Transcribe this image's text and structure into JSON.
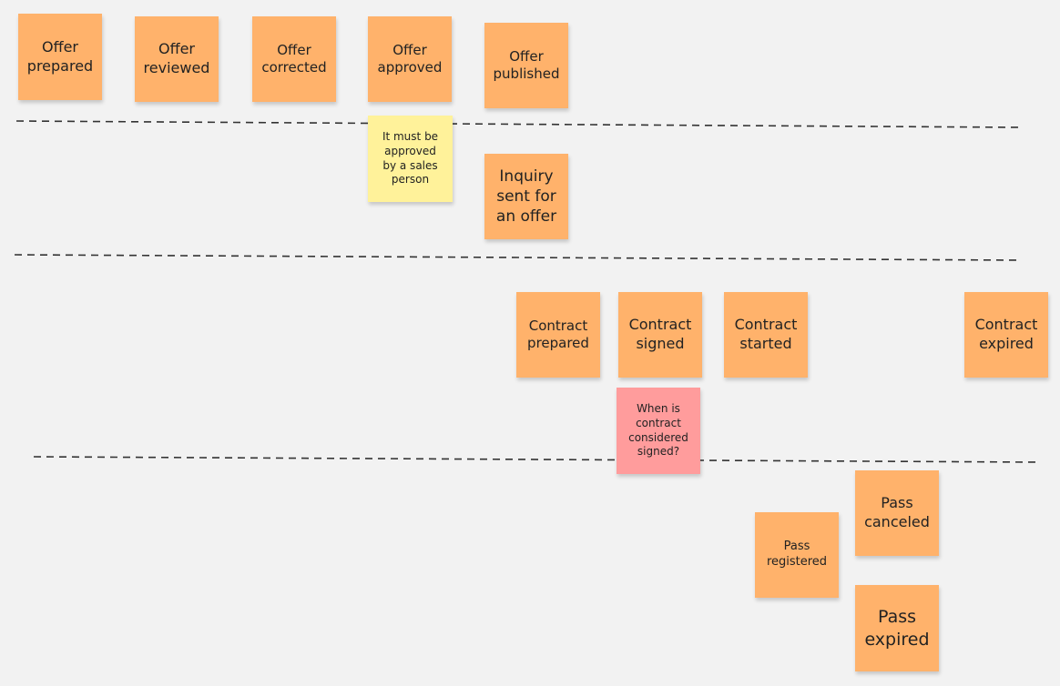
{
  "colors": {
    "background": "#f2f2f2",
    "event_note": "#ffb26b",
    "comment_note": "#fff29a",
    "question_note": "#ff9c9c",
    "lane_divider": "#333333"
  },
  "board": {
    "lanes": [
      {
        "notes": [
          {
            "kind": "event",
            "text": "Offer\nprepared"
          },
          {
            "kind": "event",
            "text": "Offer\nreviewed"
          },
          {
            "kind": "event",
            "text": "Offer\ncorrected"
          },
          {
            "kind": "event",
            "text": "Offer\napproved"
          },
          {
            "kind": "event",
            "text": "Offer\npublished"
          }
        ]
      },
      {
        "notes": [
          {
            "kind": "comment",
            "text": "It must be\napproved\nby a sales\nperson"
          },
          {
            "kind": "event",
            "text": "Inquiry\nsent for\nan offer"
          }
        ]
      },
      {
        "notes": [
          {
            "kind": "event",
            "text": "Contract\nprepared"
          },
          {
            "kind": "event",
            "text": "Contract\nsigned"
          },
          {
            "kind": "event",
            "text": "Contract\nstarted"
          },
          {
            "kind": "event",
            "text": "Contract\nexpired"
          },
          {
            "kind": "question",
            "text": "When is\ncontract\nconsidered\nsigned?"
          }
        ]
      },
      {
        "notes": [
          {
            "kind": "event",
            "text": "Pass\ncanceled"
          },
          {
            "kind": "event",
            "text": "Pass\nregistered"
          },
          {
            "kind": "event",
            "text": "Pass\nexpired"
          }
        ]
      }
    ]
  }
}
